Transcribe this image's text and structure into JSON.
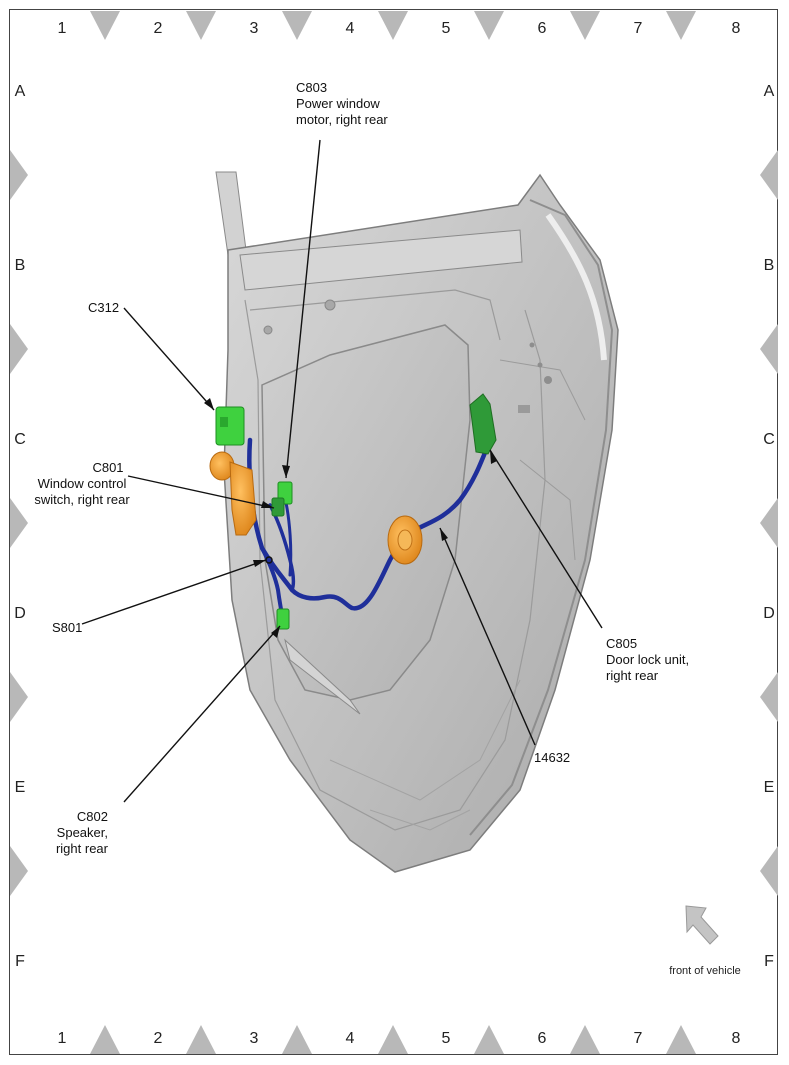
{
  "grid": {
    "columns": [
      "1",
      "2",
      "3",
      "4",
      "5",
      "6",
      "7",
      "8"
    ],
    "rows": [
      "A",
      "B",
      "C",
      "D",
      "E",
      "F"
    ]
  },
  "callouts": {
    "c803": {
      "id": "C803",
      "line1": "Power window",
      "line2": "motor, right rear"
    },
    "c312": {
      "id": "C312"
    },
    "c801": {
      "id": "C801",
      "line1": "Window control",
      "line2": "switch, right rear"
    },
    "s801": {
      "id": "S801"
    },
    "c802": {
      "id": "C802",
      "line1": "Speaker,",
      "line2": "right rear"
    },
    "c805": {
      "id": "C805",
      "line1": "Door lock unit,",
      "line2": "right rear"
    },
    "harness": {
      "id": "14632"
    }
  },
  "orientation": {
    "label": "front of vehicle"
  },
  "colors": {
    "connector_green": "#3fd13f",
    "connector_dark_green": "#2f9a38",
    "grommet_orange": "#f0a030",
    "harness_blue": "#1f2f9a",
    "door_gray": "#c8c8c8",
    "marker_gray": "#b8b8b8"
  }
}
